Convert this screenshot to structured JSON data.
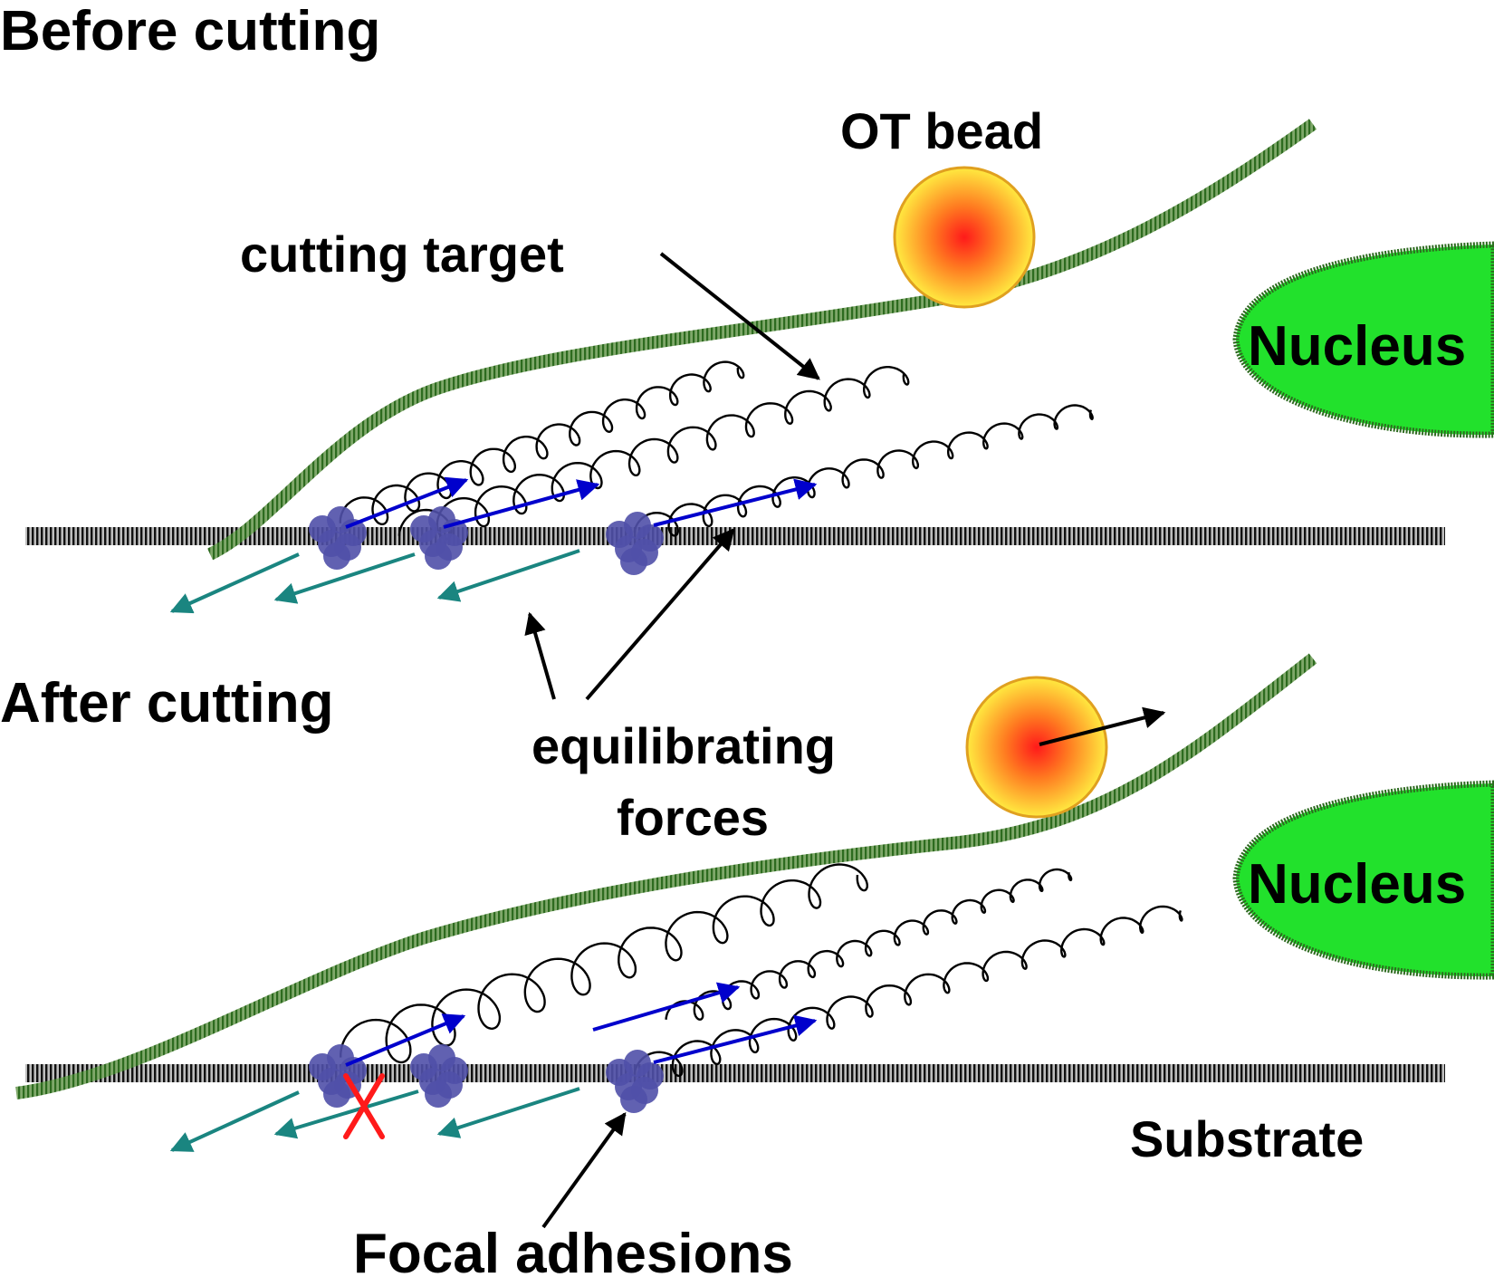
{
  "panels": {
    "before": {
      "title": "Before cutting"
    },
    "after": {
      "title": "After cutting"
    }
  },
  "labels": {
    "ot_bead": "OT bead",
    "cutting_target": "cutting target",
    "nucleus_top": "Nucleus",
    "nucleus_bottom": "Nucleus",
    "equilibrating_line1": "equilibrating",
    "equilibrating_line2": "forces",
    "substrate": "Substrate",
    "focal_adhesions": "Focal adhesions"
  },
  "colors": {
    "membrane": "#2d6b1f",
    "nucleus_fill": "#22e12c",
    "nucleus_border": "#2d6b1f",
    "substrate": "#1a1a1a",
    "adhesion": "#5050a8",
    "traction_arrow": "#0bf000",
    "force_arrow": "#0000cc",
    "traction": "#1a8580",
    "cut_mark": "#ff1a1a",
    "bead_center": "#ff1a1a",
    "bead_edge": "#ffea40",
    "bead_outline": "#e0a020"
  },
  "icons": {
    "adhesion": "focal-adhesion-cluster-icon",
    "cut": "cross-x-icon"
  }
}
